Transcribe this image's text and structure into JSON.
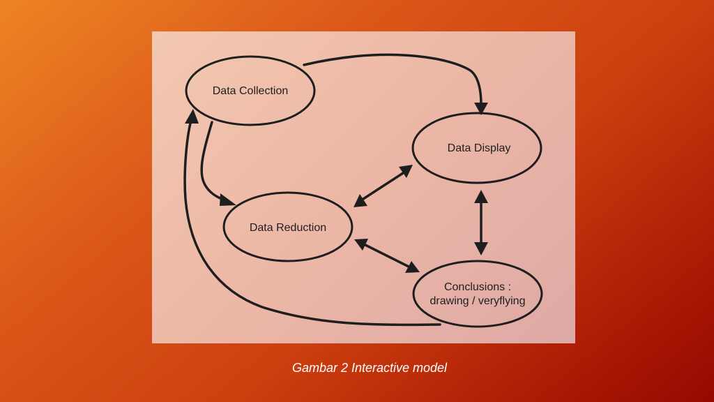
{
  "diagram": {
    "nodes": {
      "data_collection": "Data Collection",
      "data_display": "Data Display",
      "data_reduction": "Data Reduction",
      "conclusions_line1": "Conclusions :",
      "conclusions_line2": "drawing / veryflying"
    },
    "edges": [
      {
        "from": "Data Collection",
        "to": "Data Display",
        "direction": "one-way"
      },
      {
        "from": "Data Collection",
        "to": "Data Reduction",
        "direction": "one-way"
      },
      {
        "from": "Data Reduction",
        "to": "Data Display",
        "direction": "two-way"
      },
      {
        "from": "Data Reduction",
        "to": "Conclusions",
        "direction": "two-way"
      },
      {
        "from": "Data Display",
        "to": "Conclusions",
        "direction": "two-way"
      },
      {
        "from": "Conclusions",
        "to": "Data Collection",
        "direction": "one-way"
      }
    ]
  },
  "caption": "Gambar 2 Interactive model",
  "colors": {
    "background_start": "#ee8424",
    "background_end": "#950800",
    "panel": "#efbca8",
    "stroke": "#1e1e1e",
    "caption_text": "#ffffff"
  }
}
